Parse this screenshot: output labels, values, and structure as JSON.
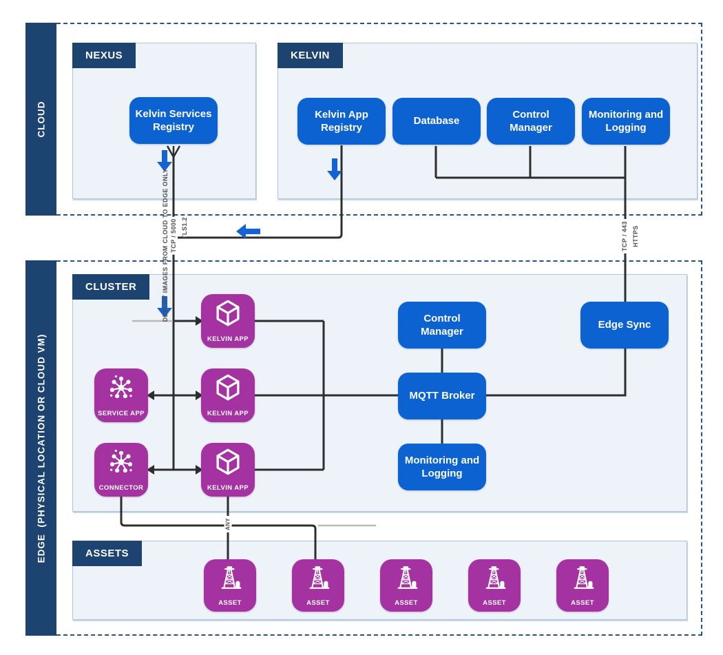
{
  "colors": {
    "navy": "#1d4370",
    "blue": "#0b62d0",
    "purple": "#a433a1",
    "panel": "#edf3f9",
    "panel_border": "#aec4da",
    "dash": "#24558a",
    "line": "#2d2d2d",
    "gray_line": "#b9b9b9",
    "arrow": "#1563d3",
    "label_text": "#4f4f4f"
  },
  "regions": {
    "cloud": "CLOUD",
    "edge": "EDGE  (PHYSICAL LOCATION OR CLOUD VM)"
  },
  "panels": {
    "nexus": "NEXUS",
    "kelvin": "KELVIN",
    "cluster": "CLUSTER",
    "assets": "ASSETS"
  },
  "nodes": {
    "kelvin_services_registry": "Kelvin Services Registry",
    "kelvin_app_registry": "Kelvin App Registry",
    "database": "Database",
    "control_manager_cloud": "Control Manager",
    "monitoring_logging_cloud": "Monitoring and Logging",
    "control_manager_edge": "Control Manager",
    "mqtt_broker": "MQTT Broker",
    "monitoring_logging_edge": "Monitoring and Logging",
    "edge_sync": "Edge Sync"
  },
  "tiles": {
    "kelvin_app": "KELVIN APP",
    "service_app": "SERVICE APP",
    "connector": "CONNECTOR",
    "asset": "ASSET"
  },
  "line_labels": {
    "deploy": "DEPLOY IMAGES FROM CLOUD TO EDGE ONLY",
    "tcp_5000": "TCP / 5000",
    "tls": "TLS1.2",
    "tcp_443": "TCP / 443",
    "https": "HTTPS",
    "any": "ANY"
  }
}
